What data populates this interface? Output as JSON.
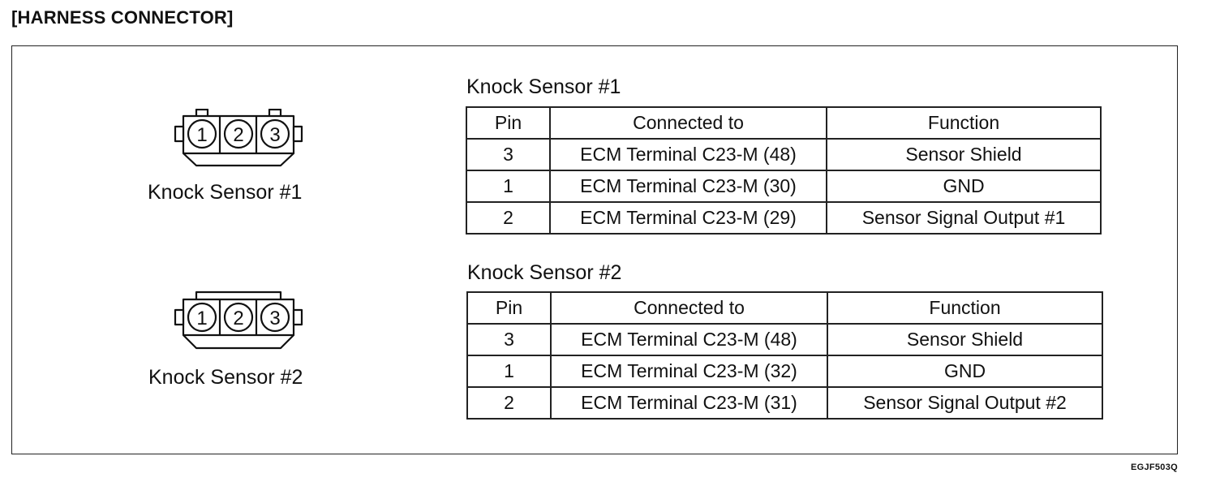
{
  "title": "[HARNESS CONNECTOR]",
  "sensors": [
    {
      "name": "Knock Sensor #1",
      "connector_pins": [
        "1",
        "2",
        "3"
      ],
      "headers": {
        "pin": "Pin",
        "connected_to": "Connected to",
        "function": "Function"
      },
      "rows": [
        {
          "pin": "3",
          "connected_to": "ECM Terminal C23-M (48)",
          "function": "Sensor Shield"
        },
        {
          "pin": "1",
          "connected_to": "ECM Terminal C23-M (30)",
          "function": "GND"
        },
        {
          "pin": "2",
          "connected_to": "ECM Terminal C23-M (29)",
          "function": "Sensor Signal Output #1"
        }
      ]
    },
    {
      "name": "Knock Sensor #2",
      "connector_pins": [
        "1",
        "2",
        "3"
      ],
      "headers": {
        "pin": "Pin",
        "connected_to": "Connected to",
        "function": "Function"
      },
      "rows": [
        {
          "pin": "3",
          "connected_to": "ECM Terminal C23-M (48)",
          "function": "Sensor Shield"
        },
        {
          "pin": "1",
          "connected_to": "ECM Terminal C23-M (32)",
          "function": "GND"
        },
        {
          "pin": "2",
          "connected_to": "ECM Terminal C23-M (31)",
          "function": "Sensor Signal Output #2"
        }
      ]
    }
  ],
  "figure_code": "EGJF503Q"
}
